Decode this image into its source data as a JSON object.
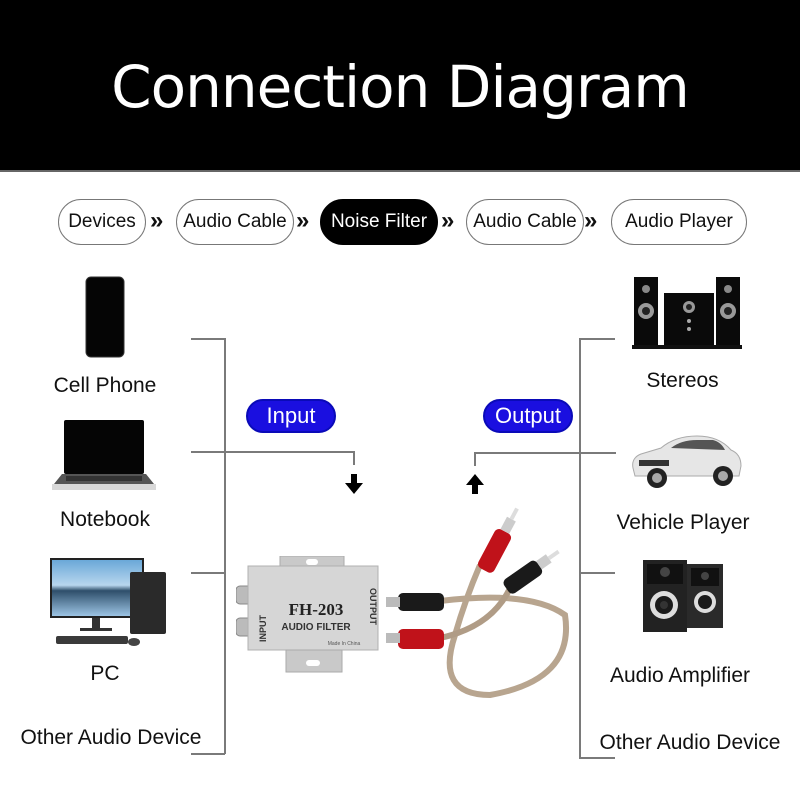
{
  "header": {
    "title": "Connection Diagram"
  },
  "flow": {
    "steps": [
      {
        "label": "Devices",
        "active": false
      },
      {
        "label": "Audio Cable",
        "active": false
      },
      {
        "label": "Noise Filter",
        "active": true
      },
      {
        "label": "Audio Cable",
        "active": false
      },
      {
        "label": "Audio Player",
        "active": false
      }
    ],
    "separator": "»"
  },
  "inputs": {
    "badge": "Input",
    "devices": [
      {
        "label": "Cell Phone",
        "icon": "cell-phone-icon"
      },
      {
        "label": "Notebook",
        "icon": "laptop-icon"
      },
      {
        "label": "PC",
        "icon": "desktop-pc-icon"
      },
      {
        "label": "Other Audio Device",
        "icon": ""
      }
    ]
  },
  "outputs": {
    "badge": "Output",
    "devices": [
      {
        "label": "Stereos",
        "icon": "stereo-speakers-icon"
      },
      {
        "label": "Vehicle Player",
        "icon": "car-icon"
      },
      {
        "label": "Audio Amplifier",
        "icon": "bookshelf-speakers-icon"
      },
      {
        "label": "Other Audio Device",
        "icon": ""
      }
    ]
  },
  "product": {
    "model": "FH-203",
    "name": "AUDIO FILTER",
    "input_label": "INPUT",
    "output_label": "OUTPUT",
    "origin": "Made In China"
  },
  "colors": {
    "badge": "#1a0fe0",
    "header_bg": "#000000",
    "connector_line": "#7a7a7a",
    "rca_red": "#c0121a",
    "rca_black": "#1a1a1a"
  }
}
